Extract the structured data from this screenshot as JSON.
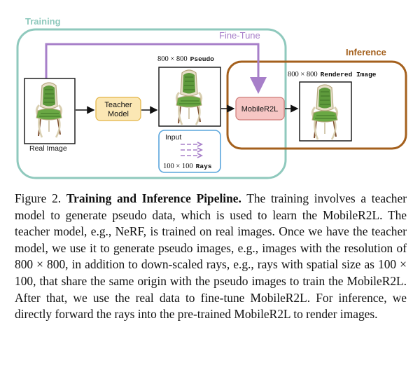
{
  "diagram": {
    "training_label": "Training",
    "finetune_label": "Fine-Tune",
    "inference_label": "Inference",
    "pseudo_label_dims": "800 × 800",
    "pseudo_label_word": "Pseudo",
    "rendered_label_dims": "800 × 800",
    "rendered_label_word": "Rendered Image",
    "real_image_label": "Real Image",
    "teacher_line1": "Teacher",
    "teacher_line2": "Model",
    "mobiler2l_label": "MobileR2L",
    "input_label": "Input",
    "rays_dims": "100 × 100",
    "rays_word": "Rays",
    "colors": {
      "training": "#8fc9bd",
      "finetune": "#a77fc9",
      "inference": "#a4601d",
      "teacher_fill": "#fbe7b4",
      "teacher_stroke": "#e3b444",
      "mobile_fill": "#f6c6c4",
      "mobile_stroke": "#d07b78",
      "input_stroke": "#5aa5dc"
    }
  },
  "caption": {
    "prefix": "Figure 2.",
    "title": "Training and Inference Pipeline.",
    "body": "The training involves a teacher model to generate pseudo data, which is used to learn the MobileR2L. The teacher model, e.g., NeRF, is trained on real images. Once we have the teacher model, we use it to generate pseudo images, e.g., images with the resolution of 800 × 800, in addition to down-scaled rays, e.g., rays with spatial size as 100 × 100, that share the same origin with the pseudo images to train the MobileR2L. After that, we use the real data to fine-tune MobileR2L. For inference, we directly forward the rays into the pre-trained MobileR2L to render images."
  }
}
